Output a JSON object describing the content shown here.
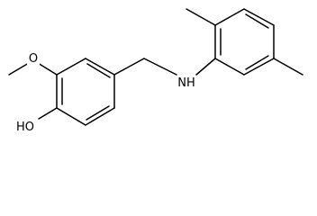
{
  "structure": {
    "type": "skeletal-formula",
    "ring_count": 2,
    "bond_color": "#000000",
    "background": "#ffffff"
  },
  "atoms": {
    "methoxy_oxygen": "O",
    "hydroxyl": "HO",
    "amine": "NH"
  }
}
